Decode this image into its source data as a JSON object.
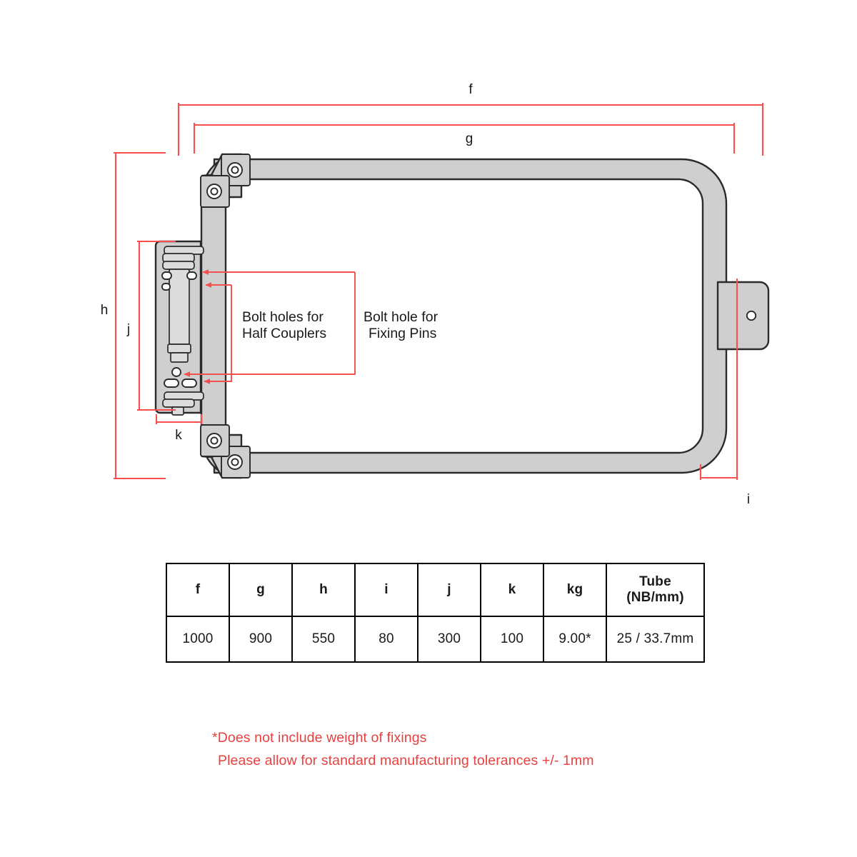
{
  "diagram": {
    "title": "Scaffold gate technical drawing",
    "dimension_labels": {
      "f": "f",
      "g": "g",
      "h": "h",
      "i": "i",
      "j": "j",
      "k": "k"
    },
    "annotations": {
      "half_couplers_line1": "Bolt holes for",
      "half_couplers_line2": "Half Couplers",
      "fixing_pins_line1": "Bolt hole for",
      "fixing_pins_line2": "Fixing Pins"
    },
    "colors": {
      "dimension_red": "#f8504e",
      "annotation_red": "#f4504e",
      "metal_fill": "#cfcfcf",
      "metal_stroke": "#2b2b2b",
      "text": "#1a1a1a"
    }
  },
  "spec_table": {
    "headers": [
      "f",
      "g",
      "h",
      "i",
      "j",
      "k",
      "kg",
      "Tube (NB/mm)"
    ],
    "tube_header_line1": "Tube",
    "tube_header_line2": "(NB/mm)",
    "values": [
      "1000",
      "900",
      "550",
      "80",
      "300",
      "100",
      "9.00*",
      "25 / 33.7mm"
    ]
  },
  "footnotes": {
    "line1": "*Does not include weight of fixings",
    "line2": "Please allow for standard manufacturing tolerances +/- 1mm",
    "color": "#e8413f"
  }
}
